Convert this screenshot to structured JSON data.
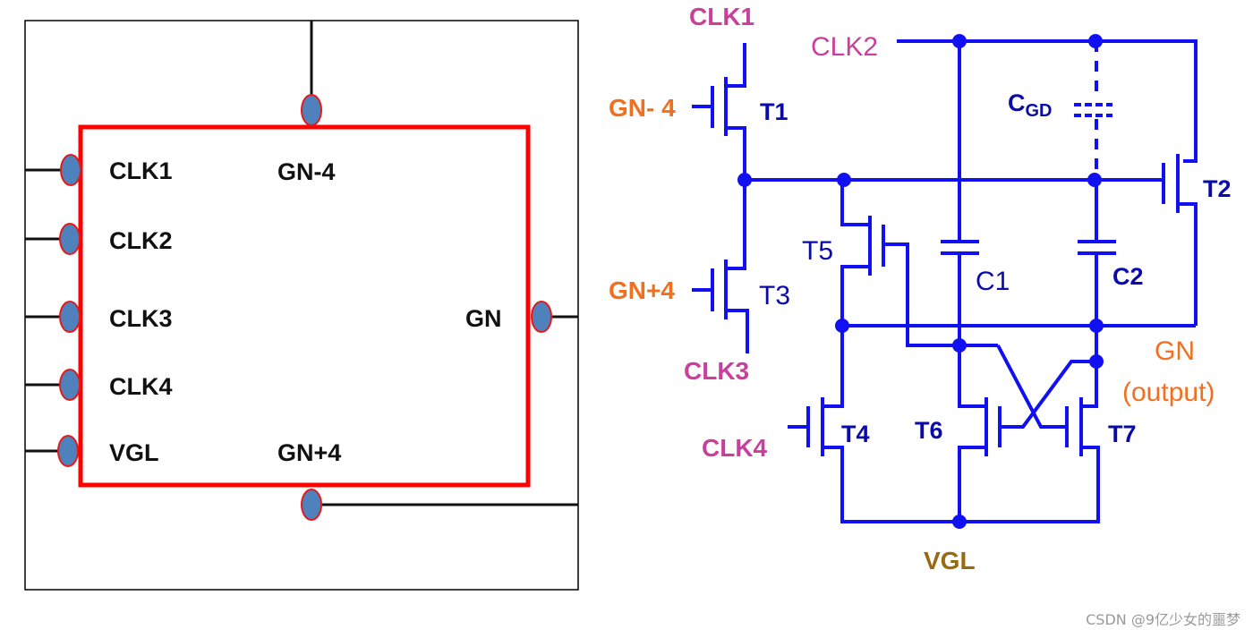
{
  "block": {
    "pins_left": [
      "CLK1",
      "CLK2",
      "CLK3",
      "CLK4",
      "VGL"
    ],
    "pin_top": "GN-4",
    "pin_bottom": "GN+4",
    "pin_right": "GN"
  },
  "circuit": {
    "signals": {
      "clk1": "CLK1",
      "clk2": "CLK2",
      "clk3": "CLK3",
      "clk4": "CLK4",
      "gn_minus_4": "GN- 4",
      "gn_plus_4": "GN+4",
      "gn": "GN",
      "gn_output": "(output)",
      "vgl": "VGL"
    },
    "transistors": [
      "T1",
      "T2",
      "T3",
      "T4",
      "T5",
      "T6",
      "T7"
    ],
    "capacitors": {
      "c1": "C1",
      "c2": "C2",
      "cgd_main": "C",
      "cgd_sub": "GD"
    }
  },
  "colors": {
    "block_border": "#ff0000",
    "pin_fill": "#4f81bd",
    "wire": "#1010f0",
    "clock_label": "#c8409c",
    "gate_label": "#f07020",
    "vgl_label": "#9a6a10",
    "transistor_label": "#0a0aa8"
  },
  "watermark": "CSDN @9亿少女的噩梦"
}
